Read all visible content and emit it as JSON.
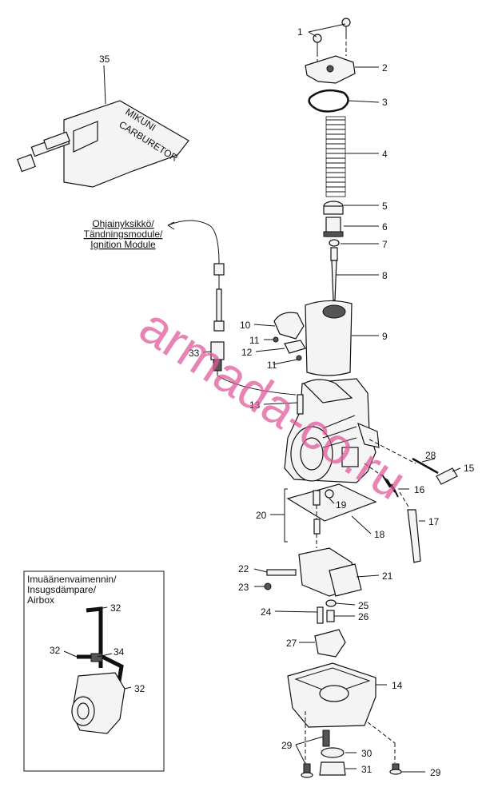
{
  "callouts": [
    "1",
    "2",
    "3",
    "4",
    "5",
    "6",
    "7",
    "8",
    "9",
    "10",
    "11",
    "11",
    "12",
    "33",
    "13",
    "28",
    "15",
    "16",
    "17",
    "19",
    "20",
    "18",
    "22",
    "21",
    "23",
    "25",
    "24",
    "26",
    "27",
    "14",
    "29",
    "30",
    "31",
    "29",
    "35",
    "32",
    "32",
    "34",
    "32"
  ],
  "notes": {
    "ignition": [
      "Ohjainyksikkö/",
      "Tändningsmodule/",
      "Ignition Module"
    ],
    "airbox": [
      "Imuäänenvaimennin/",
      "Insugsdämpare/",
      "Airbox"
    ]
  },
  "toolkit_text": [
    "MIKUNI",
    "CARBURETOR"
  ],
  "watermark": "armada-co.ru",
  "colors": {
    "watermark": "#e05a9a",
    "line": "#111111"
  }
}
